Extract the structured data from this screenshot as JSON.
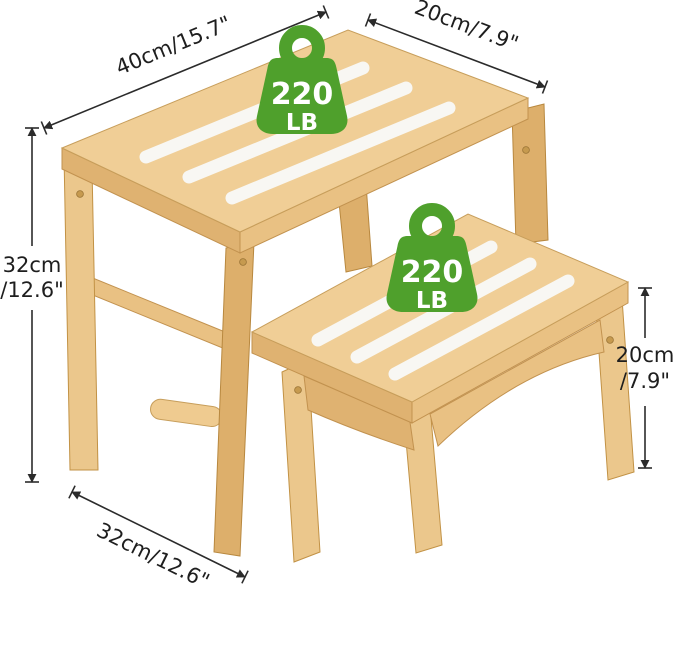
{
  "product_diagram": {
    "dimensions": {
      "top_length": "40cm/15.7\"",
      "top_depth": "20cm/7.9\"",
      "total_height": [
        "32cm",
        "/12.6\""
      ],
      "step_height": [
        "20cm",
        "/7.9\""
      ],
      "base_depth": "32cm/12.6\""
    },
    "weight_tags": [
      {
        "value": "220",
        "unit": "LB"
      },
      {
        "value": "220",
        "unit": "LB"
      }
    ],
    "colors": {
      "wood_top": "#F0CE96",
      "wood_side": "#DFB271",
      "wood_front": "#E9C183",
      "grip_strip": "#F8F7F3",
      "tag_green": "#4FA02C",
      "dimension_line": "#2b2b2b",
      "background": "#ffffff"
    }
  }
}
